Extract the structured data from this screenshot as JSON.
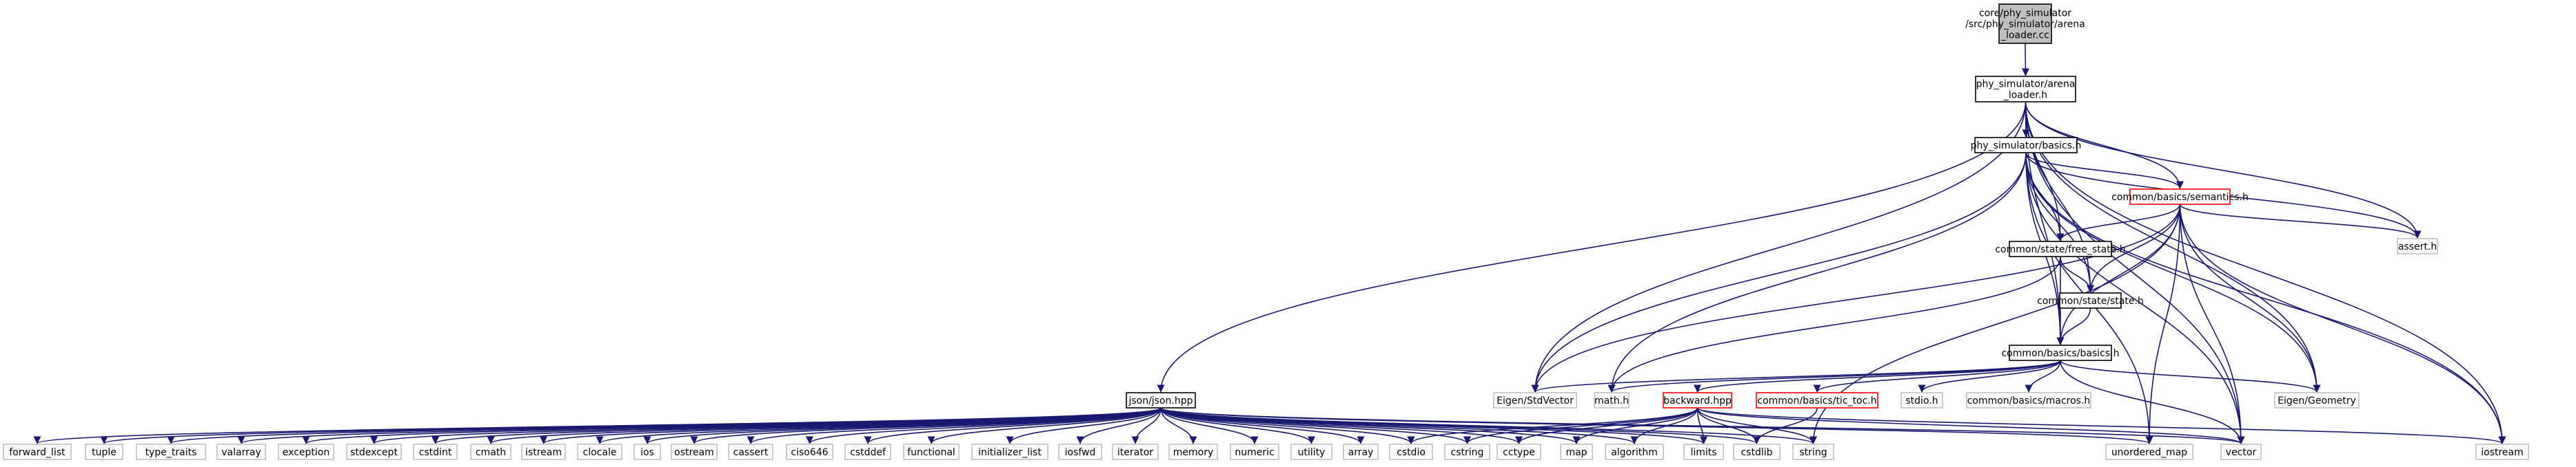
{
  "graph": {
    "nodes": [
      {
        "id": "root",
        "lines": [
          "core/phy_simulator",
          "/src/phy_simulator/arena",
          "_loader.cc"
        ],
        "style": "root"
      },
      {
        "id": "arena_loader_h",
        "lines": [
          "phy_simulator/arena",
          "_loader.h"
        ],
        "style": "normal"
      },
      {
        "id": "phy_basics_h",
        "lines": [
          "phy_simulator/basics.h"
        ],
        "style": "normal"
      },
      {
        "id": "semantics_h",
        "lines": [
          "common/basics/semantics.h"
        ],
        "style": "red"
      },
      {
        "id": "free_state_h",
        "lines": [
          "common/state/free_state.h"
        ],
        "style": "normal"
      },
      {
        "id": "state_h",
        "lines": [
          "common/state/state.h"
        ],
        "style": "normal"
      },
      {
        "id": "basics_h",
        "lines": [
          "common/basics/basics.h"
        ],
        "style": "normal"
      },
      {
        "id": "assert_h",
        "lines": [
          "assert.h"
        ],
        "style": "grey"
      },
      {
        "id": "json_hpp",
        "lines": [
          "json/json.hpp"
        ],
        "style": "normal"
      },
      {
        "id": "eigen_stdvector",
        "lines": [
          "Eigen/StdVector"
        ],
        "style": "grey"
      },
      {
        "id": "math_h",
        "lines": [
          "math.h"
        ],
        "style": "grey"
      },
      {
        "id": "backward_hpp",
        "lines": [
          "backward.hpp"
        ],
        "style": "red"
      },
      {
        "id": "tic_toc_h",
        "lines": [
          "common/basics/tic_toc.h"
        ],
        "style": "red"
      },
      {
        "id": "stdio_h",
        "lines": [
          "stdio.h"
        ],
        "style": "grey"
      },
      {
        "id": "macros_h",
        "lines": [
          "common/basics/macros.h"
        ],
        "style": "grey"
      },
      {
        "id": "eigen_geometry",
        "lines": [
          "Eigen/Geometry"
        ],
        "style": "grey"
      },
      {
        "id": "forward_list",
        "lines": [
          "forward_list"
        ],
        "style": "grey"
      },
      {
        "id": "tuple",
        "lines": [
          "tuple"
        ],
        "style": "grey"
      },
      {
        "id": "type_traits",
        "lines": [
          "type_traits"
        ],
        "style": "grey"
      },
      {
        "id": "valarray",
        "lines": [
          "valarray"
        ],
        "style": "grey"
      },
      {
        "id": "exception",
        "lines": [
          "exception"
        ],
        "style": "grey"
      },
      {
        "id": "stdexcept",
        "lines": [
          "stdexcept"
        ],
        "style": "grey"
      },
      {
        "id": "cstdint",
        "lines": [
          "cstdint"
        ],
        "style": "grey"
      },
      {
        "id": "cmath",
        "lines": [
          "cmath"
        ],
        "style": "grey"
      },
      {
        "id": "istream",
        "lines": [
          "istream"
        ],
        "style": "grey"
      },
      {
        "id": "clocale",
        "lines": [
          "clocale"
        ],
        "style": "grey"
      },
      {
        "id": "ios",
        "lines": [
          "ios"
        ],
        "style": "grey"
      },
      {
        "id": "ostream",
        "lines": [
          "ostream"
        ],
        "style": "grey"
      },
      {
        "id": "cassert",
        "lines": [
          "cassert"
        ],
        "style": "grey"
      },
      {
        "id": "ciso646",
        "lines": [
          "ciso646"
        ],
        "style": "grey"
      },
      {
        "id": "cstddef",
        "lines": [
          "cstddef"
        ],
        "style": "grey"
      },
      {
        "id": "functional",
        "lines": [
          "functional"
        ],
        "style": "grey"
      },
      {
        "id": "initializer_list",
        "lines": [
          "initializer_list"
        ],
        "style": "grey"
      },
      {
        "id": "iosfwd",
        "lines": [
          "iosfwd"
        ],
        "style": "grey"
      },
      {
        "id": "iterator",
        "lines": [
          "iterator"
        ],
        "style": "grey"
      },
      {
        "id": "memory",
        "lines": [
          "memory"
        ],
        "style": "grey"
      },
      {
        "id": "numeric",
        "lines": [
          "numeric"
        ],
        "style": "grey"
      },
      {
        "id": "utility",
        "lines": [
          "utility"
        ],
        "style": "grey"
      },
      {
        "id": "array",
        "lines": [
          "array"
        ],
        "style": "grey"
      },
      {
        "id": "cstdio",
        "lines": [
          "cstdio"
        ],
        "style": "grey"
      },
      {
        "id": "cstring",
        "lines": [
          "cstring"
        ],
        "style": "grey"
      },
      {
        "id": "cctype",
        "lines": [
          "cctype"
        ],
        "style": "grey"
      },
      {
        "id": "map",
        "lines": [
          "map"
        ],
        "style": "grey"
      },
      {
        "id": "algorithm",
        "lines": [
          "algorithm"
        ],
        "style": "grey"
      },
      {
        "id": "limits",
        "lines": [
          "limits"
        ],
        "style": "grey"
      },
      {
        "id": "cstdlib",
        "lines": [
          "cstdlib"
        ],
        "style": "grey"
      },
      {
        "id": "string",
        "lines": [
          "string"
        ],
        "style": "grey"
      },
      {
        "id": "unordered_map",
        "lines": [
          "unordered_map"
        ],
        "style": "grey"
      },
      {
        "id": "vector",
        "lines": [
          "vector"
        ],
        "style": "grey"
      },
      {
        "id": "iostream",
        "lines": [
          "iostream"
        ],
        "style": "grey"
      }
    ],
    "edges": [
      [
        "root",
        "arena_loader_h"
      ],
      [
        "arena_loader_h",
        "phy_basics_h"
      ],
      [
        "arena_loader_h",
        "semantics_h"
      ],
      [
        "arena_loader_h",
        "free_state_h"
      ],
      [
        "arena_loader_h",
        "state_h"
      ],
      [
        "arena_loader_h",
        "basics_h"
      ],
      [
        "arena_loader_h",
        "assert_h"
      ],
      [
        "arena_loader_h",
        "json_hpp"
      ],
      [
        "arena_loader_h",
        "eigen_stdvector"
      ],
      [
        "arena_loader_h",
        "eigen_geometry"
      ],
      [
        "arena_loader_h",
        "vector"
      ],
      [
        "arena_loader_h",
        "iostream"
      ],
      [
        "phy_basics_h",
        "semantics_h"
      ],
      [
        "phy_basics_h",
        "free_state_h"
      ],
      [
        "phy_basics_h",
        "state_h"
      ],
      [
        "phy_basics_h",
        "basics_h"
      ],
      [
        "phy_basics_h",
        "assert_h"
      ],
      [
        "phy_basics_h",
        "eigen_stdvector"
      ],
      [
        "phy_basics_h",
        "math_h"
      ],
      [
        "phy_basics_h",
        "eigen_geometry"
      ],
      [
        "phy_basics_h",
        "unordered_map"
      ],
      [
        "phy_basics_h",
        "vector"
      ],
      [
        "phy_basics_h",
        "iostream"
      ],
      [
        "semantics_h",
        "free_state_h"
      ],
      [
        "semantics_h",
        "state_h"
      ],
      [
        "semantics_h",
        "basics_h"
      ],
      [
        "semantics_h",
        "assert_h"
      ],
      [
        "semantics_h",
        "eigen_stdvector"
      ],
      [
        "semantics_h",
        "eigen_geometry"
      ],
      [
        "semantics_h",
        "string"
      ],
      [
        "semantics_h",
        "unordered_map"
      ],
      [
        "semantics_h",
        "vector"
      ],
      [
        "semantics_h",
        "iostream"
      ],
      [
        "free_state_h",
        "state_h"
      ],
      [
        "free_state_h",
        "basics_h"
      ],
      [
        "free_state_h",
        "math_h"
      ],
      [
        "state_h",
        "basics_h"
      ],
      [
        "basics_h",
        "eigen_stdvector"
      ],
      [
        "basics_h",
        "math_h"
      ],
      [
        "basics_h",
        "backward_hpp"
      ],
      [
        "basics_h",
        "tic_toc_h"
      ],
      [
        "basics_h",
        "stdio_h"
      ],
      [
        "basics_h",
        "macros_h"
      ],
      [
        "basics_h",
        "eigen_geometry"
      ],
      [
        "basics_h",
        "vector"
      ],
      [
        "json_hpp",
        "forward_list"
      ],
      [
        "json_hpp",
        "tuple"
      ],
      [
        "json_hpp",
        "type_traits"
      ],
      [
        "json_hpp",
        "valarray"
      ],
      [
        "json_hpp",
        "exception"
      ],
      [
        "json_hpp",
        "stdexcept"
      ],
      [
        "json_hpp",
        "cstdint"
      ],
      [
        "json_hpp",
        "cmath"
      ],
      [
        "json_hpp",
        "istream"
      ],
      [
        "json_hpp",
        "clocale"
      ],
      [
        "json_hpp",
        "ios"
      ],
      [
        "json_hpp",
        "ostream"
      ],
      [
        "json_hpp",
        "cassert"
      ],
      [
        "json_hpp",
        "ciso646"
      ],
      [
        "json_hpp",
        "cstddef"
      ],
      [
        "json_hpp",
        "functional"
      ],
      [
        "json_hpp",
        "initializer_list"
      ],
      [
        "json_hpp",
        "iosfwd"
      ],
      [
        "json_hpp",
        "iterator"
      ],
      [
        "json_hpp",
        "memory"
      ],
      [
        "json_hpp",
        "numeric"
      ],
      [
        "json_hpp",
        "utility"
      ],
      [
        "json_hpp",
        "array"
      ],
      [
        "json_hpp",
        "cstdio"
      ],
      [
        "json_hpp",
        "cstring"
      ],
      [
        "json_hpp",
        "cctype"
      ],
      [
        "json_hpp",
        "map"
      ],
      [
        "json_hpp",
        "algorithm"
      ],
      [
        "json_hpp",
        "limits"
      ],
      [
        "json_hpp",
        "cstdlib"
      ],
      [
        "json_hpp",
        "string"
      ],
      [
        "json_hpp",
        "unordered_map"
      ],
      [
        "json_hpp",
        "vector"
      ],
      [
        "backward_hpp",
        "cstdio"
      ],
      [
        "backward_hpp",
        "cstring"
      ],
      [
        "backward_hpp",
        "cctype"
      ],
      [
        "backward_hpp",
        "map"
      ],
      [
        "backward_hpp",
        "algorithm"
      ],
      [
        "backward_hpp",
        "limits"
      ],
      [
        "backward_hpp",
        "cstdlib"
      ],
      [
        "backward_hpp",
        "string"
      ],
      [
        "backward_hpp",
        "vector"
      ],
      [
        "backward_hpp",
        "iostream"
      ],
      [
        "tic_toc_h",
        "cstdlib"
      ]
    ]
  },
  "colors": {
    "edge": "#191970",
    "normal_border": "#000000",
    "grey_border": "#bfbfbf",
    "red_border": "#ff0000",
    "root_fill": "#bfbfbf",
    "fill": "#ffffff"
  }
}
